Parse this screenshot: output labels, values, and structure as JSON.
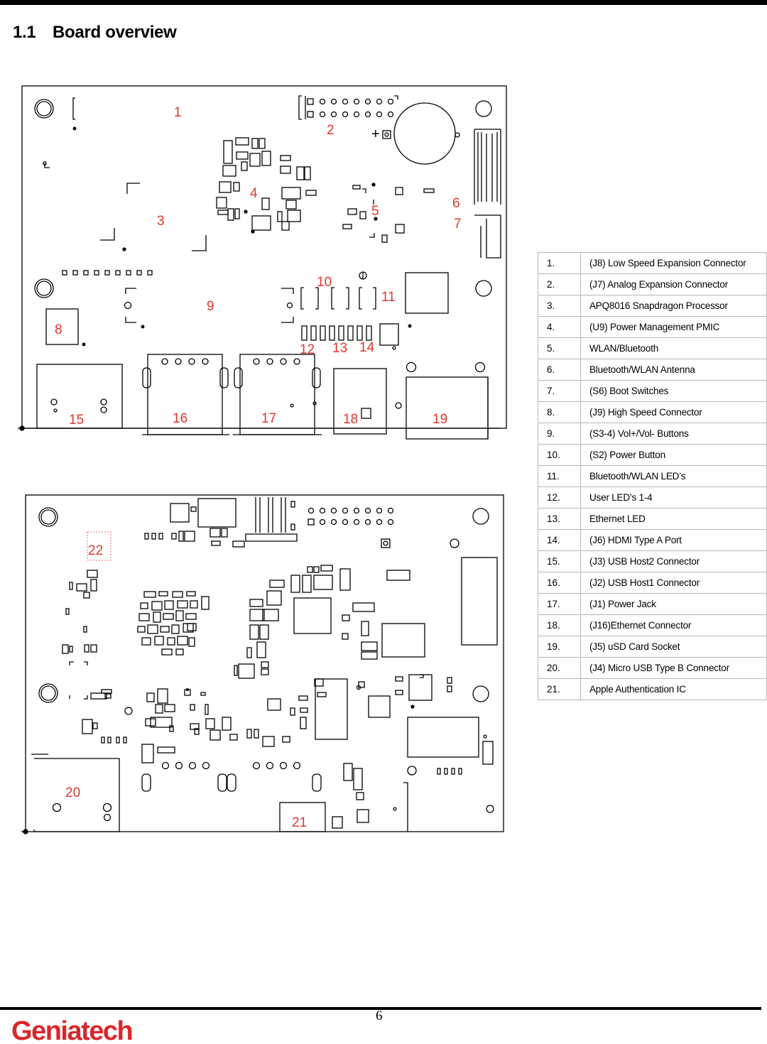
{
  "section": {
    "number": "1.1",
    "title": "Board overview"
  },
  "top_callouts": [
    "1",
    "2",
    "3",
    "4",
    "5",
    "6",
    "7",
    "8",
    "9",
    "10",
    "11",
    "12",
    "13",
    "14",
    "15",
    "16",
    "17",
    "18",
    "19"
  ],
  "bottom_callouts": [
    "22",
    "20",
    "21"
  ],
  "legend": [
    {
      "index": "1.",
      "label": "(J8) Low Speed Expansion Connector"
    },
    {
      "index": "2.",
      "label": "(J7) Analog Expansion Connector"
    },
    {
      "index": "3.",
      "label": "APQ8016 Snapdragon Processor"
    },
    {
      "index": "4.",
      "label": "(U9) Power Management PMIC"
    },
    {
      "index": "5.",
      "label": "WLAN/Bluetooth"
    },
    {
      "index": "6.",
      "label": "Bluetooth/WLAN Antenna"
    },
    {
      "index": "7.",
      "label": "(S6) Boot Switches"
    },
    {
      "index": "8.",
      "label": "(J9) High Speed Connector"
    },
    {
      "index": "9.",
      "label": "(S3-4) Vol+/Vol- Buttons"
    },
    {
      "index": "10.",
      "label": "(S2) Power Button"
    },
    {
      "index": "11.",
      "label": "Bluetooth/WLAN LED’s"
    },
    {
      "index": "12.",
      "label": "User LED’s 1-4"
    },
    {
      "index": "13.",
      "label": "Ethernet LED"
    },
    {
      "index": "14.",
      "label": "(J6) HDMI Type A Port"
    },
    {
      "index": "15.",
      "label": "(J3) USB Host2 Connector"
    },
    {
      "index": "16.",
      "label": "(J2) USB Host1 Connector"
    },
    {
      "index": "17.",
      "label": " (J1) Power Jack"
    },
    {
      "index": "18.",
      "label": "(J16)Ethernet Connector"
    },
    {
      "index": "19.",
      "label": "(J5) uSD Card Socket"
    },
    {
      "index": "20.",
      "label": "(J4) Micro USB Type B Connector"
    },
    {
      "index": "21.",
      "label": "Apple Authentication IC"
    }
  ],
  "page_number": "6",
  "logo_text": "Geniatech",
  "colors": {
    "callout": "#e0362e",
    "logo": "#d9262b"
  }
}
